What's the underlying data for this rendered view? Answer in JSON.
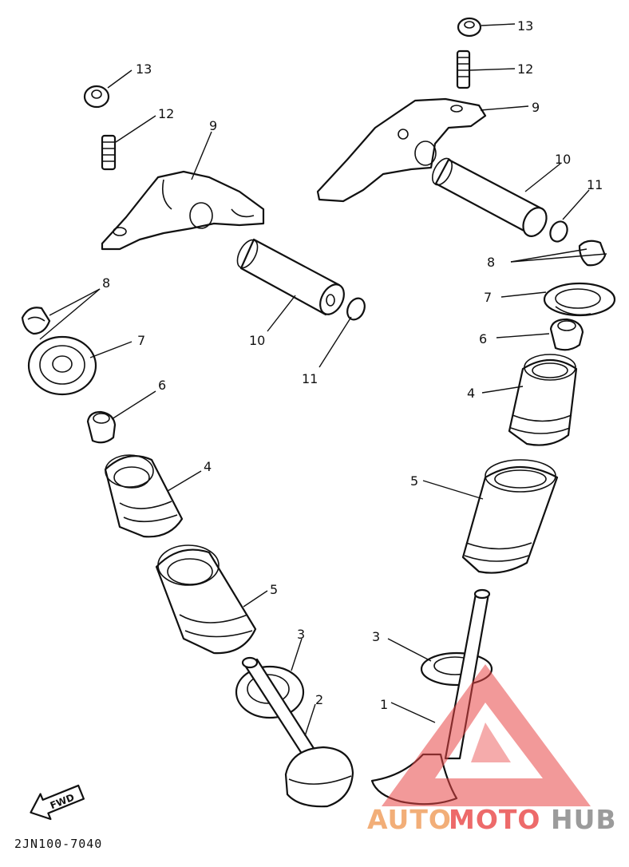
{
  "callouts": {
    "p1": "1",
    "p2": "2",
    "p3a": "3",
    "p3b": "3",
    "p4a": "4",
    "p4b": "4",
    "p5a": "5",
    "p5b": "5",
    "p6a": "6",
    "p6b": "6",
    "p7a": "7",
    "p7b": "7",
    "p8a": "8",
    "p8b": "8",
    "p9a": "9",
    "p9b": "9",
    "p10a": "10",
    "p10b": "10",
    "p11a": "11",
    "p11b": "11",
    "p12a": "12",
    "p12b": "12",
    "p13a": "13",
    "p13b": "13"
  },
  "fwd_label": "FWD",
  "diagram_code": "2JN100-7040",
  "watermark": {
    "auto": "AUTO",
    "moto": "MOTO",
    "hub": "HUB"
  },
  "colors": {
    "line": "#111111",
    "watermark_red": "#e84545",
    "watermark_orange": "#f0a060",
    "watermark_gray": "#8a8a8a"
  }
}
